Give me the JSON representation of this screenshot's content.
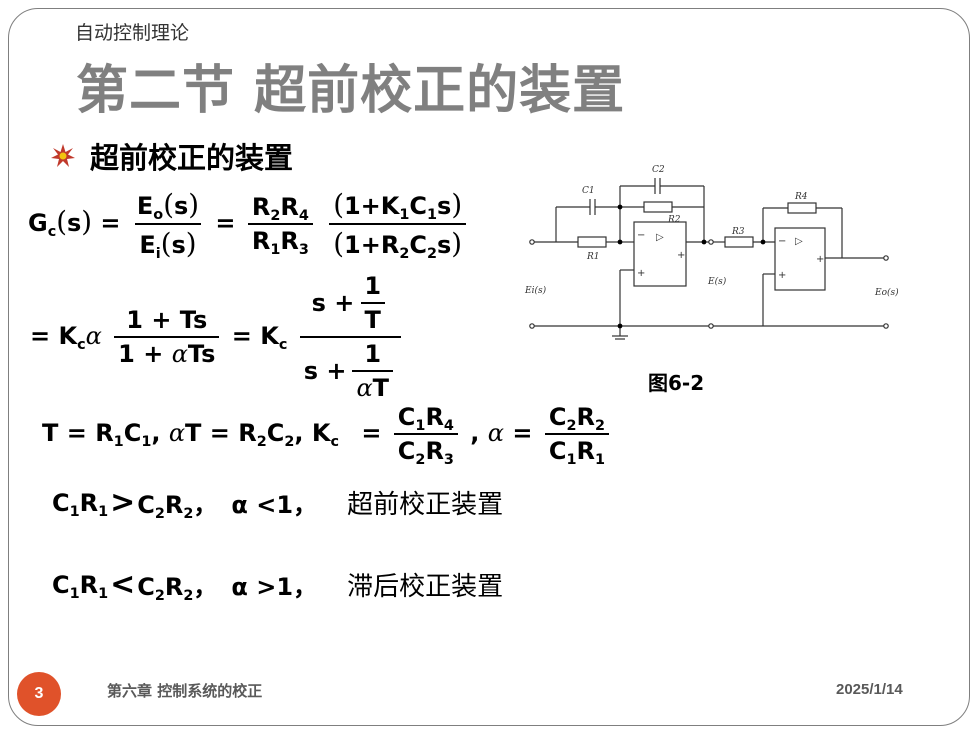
{
  "header": {
    "subtitle": "自动控制理论",
    "title": "第二节  超前校正的装置"
  },
  "bullet": {
    "icon": "starburst-bullet-icon",
    "text": "超前校正的装置"
  },
  "equations": {
    "eq1": {
      "lhs": "Gc(s)",
      "frac1_num": "Eo(s)",
      "frac1_den": "Ei(s)",
      "frac2_num": "R2R4",
      "frac2_den": "R1R3",
      "frac3_num": "(1+K1C1s)",
      "frac3_den": "(1+R2C2s)"
    },
    "eq2": {
      "frac1_num": "1+Ts",
      "frac1_den": "1+αTs",
      "inner_num_top": "1",
      "inner_num_bot": "T",
      "inner_den_top": "1",
      "inner_den_bot": "αT"
    },
    "eq3": {
      "text": "T = R1C1, αT = R2C2, Kc",
      "frac1_num": "C1R4",
      "frac1_den": "C2R3",
      "frac2_num": "C2R2",
      "frac2_den": "C1R1"
    }
  },
  "conditions": [
    {
      "expr_left": "C1R1",
      "op": ">",
      "expr_right": "C2R2",
      "alpha": "α <1，",
      "label": "超前校正装置"
    },
    {
      "expr_left": "C1R1",
      "op": "<",
      "expr_right": "C2R2",
      "alpha": "α >1，",
      "label": "滞后校正装置"
    }
  ],
  "circuit": {
    "labels": {
      "c1": "C1",
      "c2": "C2",
      "r1": "R1",
      "r2": "R2",
      "r3": "R3",
      "r4": "R4",
      "ei": "Ei(s)",
      "e": "E(s)",
      "eo": "Eo(s)"
    },
    "caption": "图6-2"
  },
  "footer": {
    "page_number": "3",
    "chapter": "第六章  控制系统的校正",
    "date": "2025/1/14",
    "page_badge_color": "#e0522a"
  },
  "colors": {
    "title": "#808080",
    "border": "#7f7f7f"
  }
}
